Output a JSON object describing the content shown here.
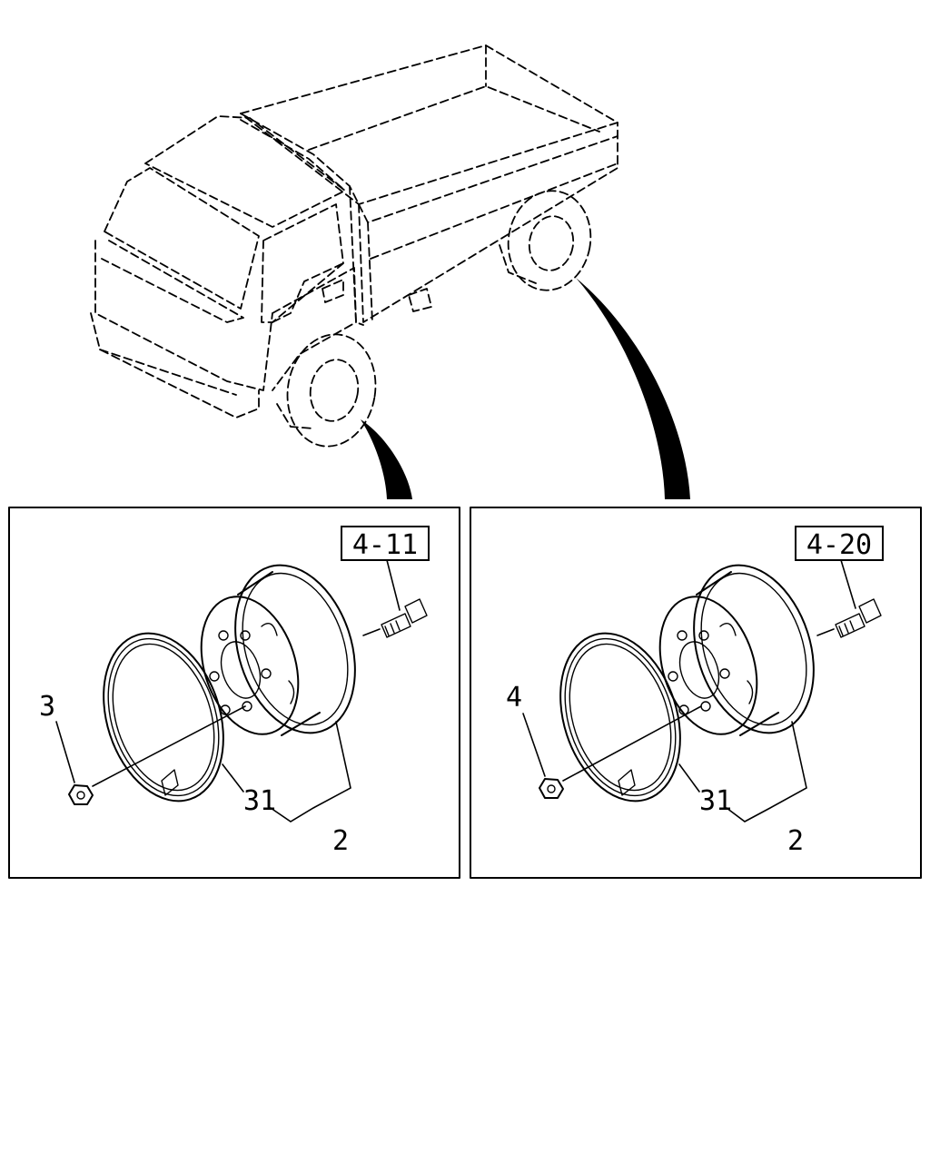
{
  "panels": [
    {
      "id": "front",
      "ref_label": "4-11",
      "callouts": {
        "nut": "3",
        "rim_ring": "31",
        "wheel": "2"
      }
    },
    {
      "id": "rear",
      "ref_label": "4-20",
      "callouts": {
        "nut": "4",
        "rim_ring": "31",
        "wheel": "2"
      }
    }
  ]
}
